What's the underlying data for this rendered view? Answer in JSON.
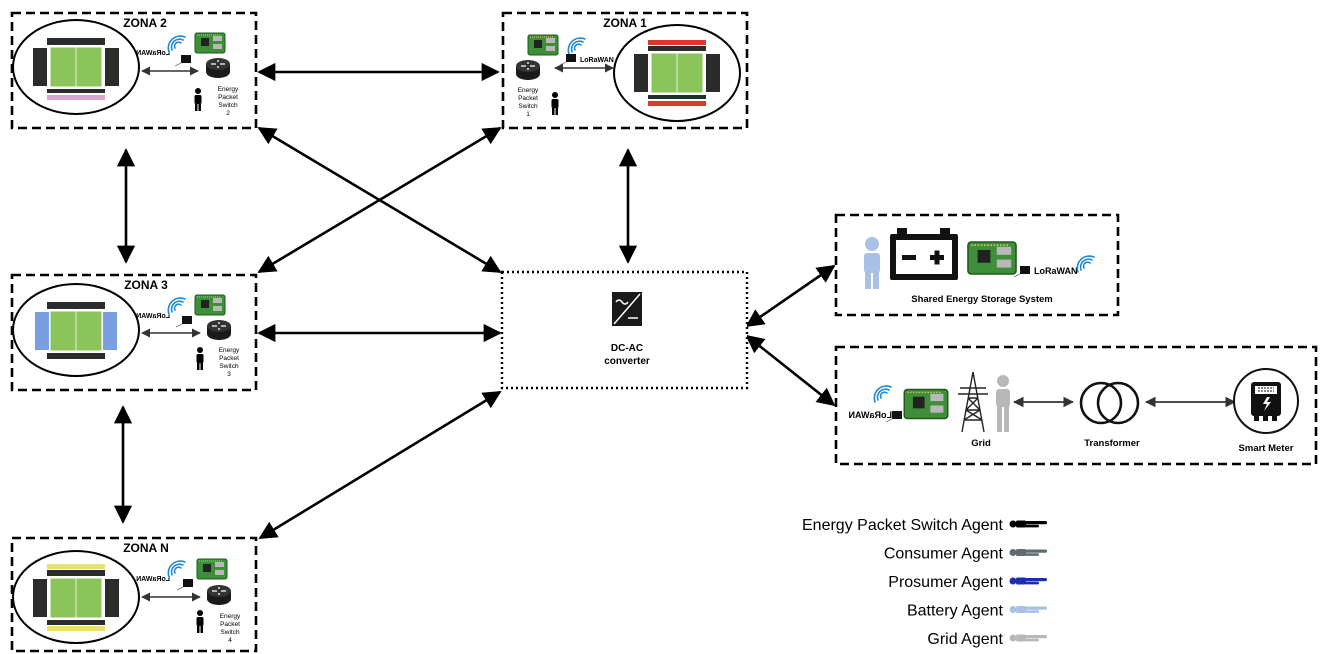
{
  "zones": {
    "zona2": {
      "title": "ZONA 2",
      "switch_lines": [
        "Energy",
        "Packet",
        "Switch",
        "2"
      ]
    },
    "zona1": {
      "title": "ZONA 1",
      "switch_lines": [
        "Energy",
        "Packet",
        "Switch",
        "1"
      ]
    },
    "zona3": {
      "title": "ZONA 3",
      "switch_lines": [
        "Energy",
        "Packet",
        "Switch",
        "3"
      ]
    },
    "zonaN": {
      "title": "ZONA N",
      "switch_lines": [
        "Energy",
        "Packet",
        "Switch",
        "4"
      ]
    }
  },
  "lora_text": "LoRaWAN",
  "converter": {
    "line1": "DC-AC",
    "line2": "converter"
  },
  "storage": {
    "label": "Shared Energy Storage System"
  },
  "grid_box": {
    "grid": "Grid",
    "transformer": "Transformer",
    "smart_meter": "Smart Meter"
  },
  "legend": [
    {
      "label": "Energy Packet Switch Agent",
      "color": "#000000"
    },
    {
      "label": "Consumer Agent",
      "color": "#5f6b73"
    },
    {
      "label": "Prosumer Agent",
      "color": "#1b2fb0"
    },
    {
      "label": "Battery Agent",
      "color": "#a9c1e6"
    },
    {
      "label": "Grid Agent",
      "color": "#b8b8b8"
    }
  ],
  "colors": {
    "field": "#8ac45a",
    "stand_dark": "#2b2b2b",
    "stand_pink": "#d9a5d3",
    "stand_red": "#d83a2c",
    "stand_blue": "#7a9fe0",
    "stand_yellow": "#e8e070",
    "lora_blue": "#1e88d6",
    "board_green": "#3f8e3a"
  }
}
